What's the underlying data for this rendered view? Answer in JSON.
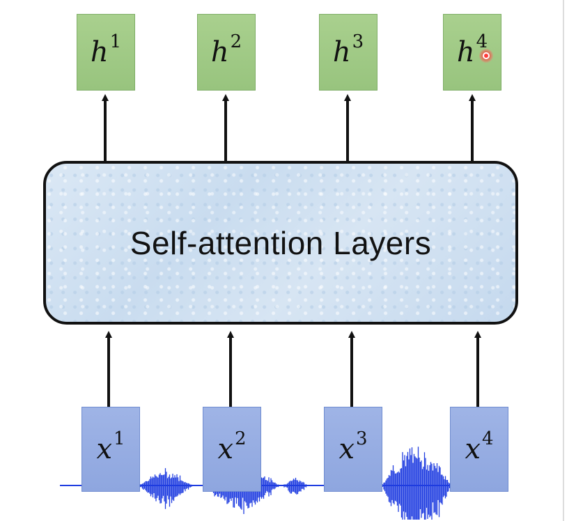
{
  "layer": {
    "label": "Self-attention Layers"
  },
  "outputs": [
    {
      "base": "h",
      "sup": "1"
    },
    {
      "base": "h",
      "sup": "2"
    },
    {
      "base": "h",
      "sup": "3"
    },
    {
      "base": "h",
      "sup": "4"
    }
  ],
  "inputs": [
    {
      "base": "x",
      "sup": "1"
    },
    {
      "base": "x",
      "sup": "2"
    },
    {
      "base": "x",
      "sup": "3"
    },
    {
      "base": "x",
      "sup": "4"
    }
  ],
  "colors": {
    "output_box": "#a9d08e",
    "input_box": "#9fb4e6",
    "layer_fill": "#d3e3f2",
    "waveform": "#1f3de0",
    "cursor": "#ff3b3b"
  }
}
